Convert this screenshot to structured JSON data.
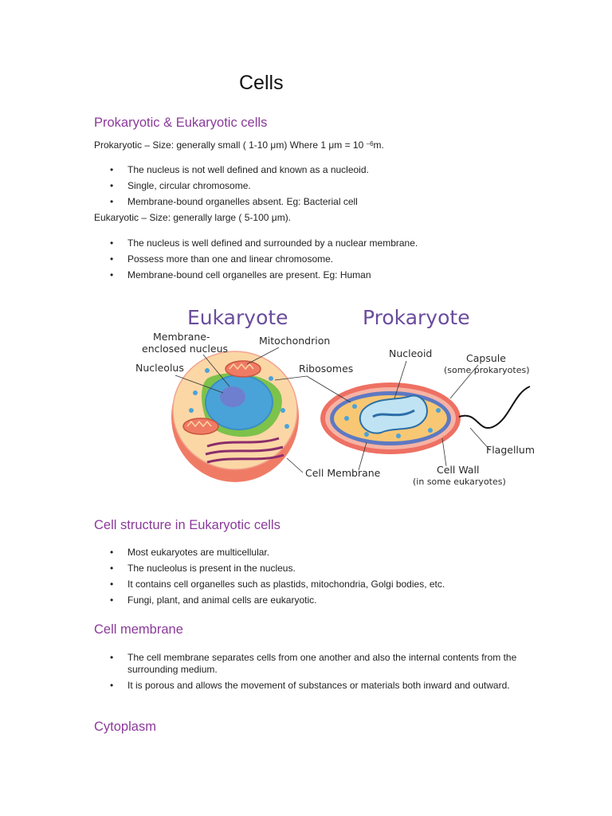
{
  "title": "Cells",
  "sections": [
    {
      "heading": "Prokaryotic & Eukaryotic cells",
      "prokaryotic_line": {
        "text": "Prokaryotic – Size: generally small ( 1-10 μm) Where 1 μm = 10 ",
        "superscript": "–6",
        "suffix": "m."
      },
      "prokaryotic_bullets": [
        "The nucleus is not well defined and known as a nucleoid.",
        "Single, circular chromosome.",
        "Membrane-bound organelles absent. Eg: Bacterial cell"
      ],
      "eukaryotic_line": "Eukaryotic – Size: generally large ( 5-100 μm).",
      "eukaryotic_bullets": [
        "The nucleus is well defined and surrounded by a nuclear membrane.",
        "Possess more than one and linear chromosome.",
        "Membrane-bound cell organelles are present. Eg: Human"
      ]
    },
    {
      "heading": "Cell structure in Eukaryotic cells",
      "bullets": [
        "Most eukaryotes are multicellular.",
        "The nucleolus is present in the nucleus.",
        "It contains cell organelles such as plastids, mitochondria, Golgi bodies, etc.",
        "Fungi, plant, and animal cells are eukaryotic."
      ]
    },
    {
      "heading": "Cell membrane",
      "bullets": [
        "The cell membrane separates cells from one another and also the internal contents from the surrounding medium.",
        "It is porous and allows the movement of substances or materials both inward and outward."
      ]
    },
    {
      "heading": "Cytoplasm"
    }
  ],
  "diagram": {
    "eukaryote_title": "Eukaryote",
    "prokaryote_title": "Prokaryote",
    "labels": {
      "membrane_enclosed_1": "Membrane-",
      "membrane_enclosed_2": "enclosed nucleus",
      "mitochondrion": "Mitochondrion",
      "nucleolus": "Nucleolus",
      "ribosomes": "Ribosomes",
      "nucleoid": "Nucleoid",
      "capsule": "Capsule",
      "capsule_note": "(some prokaryotes)",
      "flagellum": "Flagellum",
      "cell_wall": "Cell Wall",
      "cell_wall_note": "(in some eukaryotes)",
      "cell_membrane": "Cell Membrane"
    },
    "colors": {
      "title": "#6a4c9c",
      "cell_outer": "#f07b65",
      "cytoplasm": "#fbd7a6",
      "nucleus": "#4aa3d8",
      "nucleolus": "#6f7fcf",
      "er_green": "#7dc24a",
      "capsule_red": "#ee7063",
      "cell_wall_blue": "#5d79c2",
      "prok_cytoplasm": "#f8c774",
      "nucleoid": "#bfe3f3"
    }
  }
}
